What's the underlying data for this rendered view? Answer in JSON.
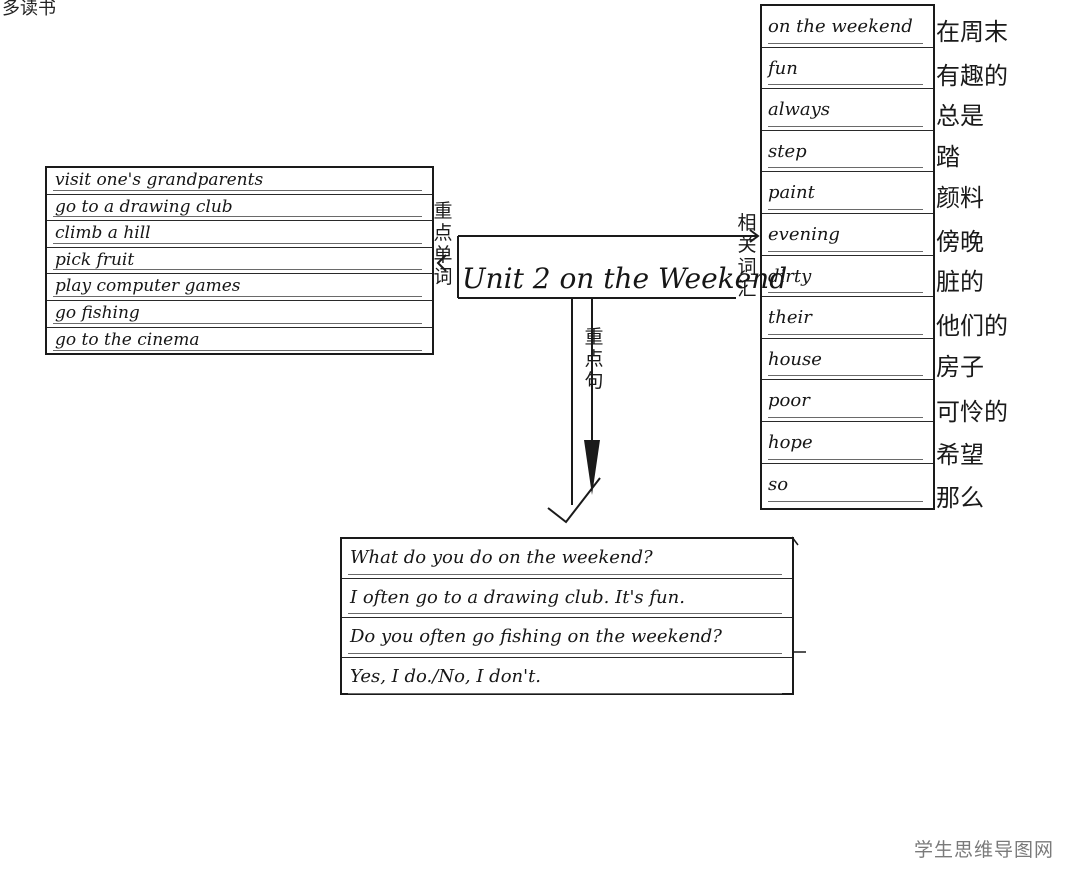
{
  "corner_text": "多读书",
  "center": {
    "title": "Unit 2 on the Weekend"
  },
  "branches": {
    "phrases_label": "重点单词",
    "vocab_label": "相关词汇",
    "sentences_label": "重点句"
  },
  "phrases": [
    "visit one's grandparents",
    "go to a drawing club",
    "climb a hill",
    "pick fruit",
    "play computer games",
    "go fishing",
    "go to the cinema"
  ],
  "vocab": [
    {
      "word": "on the weekend",
      "meaning": "在周末"
    },
    {
      "word": "fun",
      "meaning": "有趣的"
    },
    {
      "word": "always",
      "meaning": "总是"
    },
    {
      "word": "step",
      "meaning": "踏"
    },
    {
      "word": "paint",
      "meaning": "颜料"
    },
    {
      "word": "evening",
      "meaning": "傍晚"
    },
    {
      "word": "dirty",
      "meaning": "脏的"
    },
    {
      "word": "their",
      "meaning": "他们的"
    },
    {
      "word": "house",
      "meaning": "房子"
    },
    {
      "word": "poor",
      "meaning": "可怜的"
    },
    {
      "word": "hope",
      "meaning": "希望"
    },
    {
      "word": "so",
      "meaning": "那么"
    }
  ],
  "sentences": [
    "What do you do on the weekend?",
    "I often go to a drawing club. It's fun.",
    "Do you often go fishing on the weekend?",
    "Yes, I do./No, I don't."
  ],
  "watermark": "学生思维导图网"
}
